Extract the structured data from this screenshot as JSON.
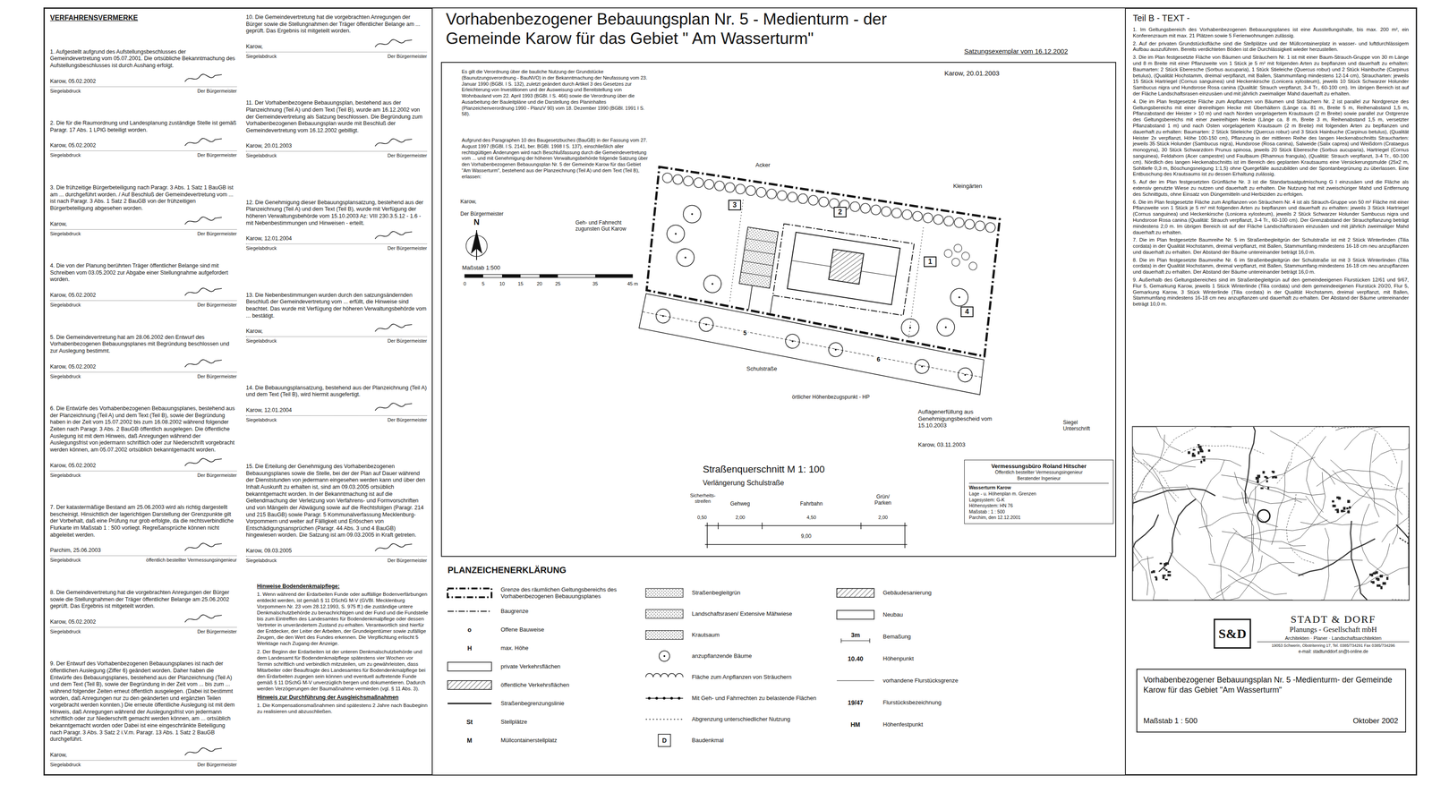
{
  "diagram": {
    "title": "Vorhabenbezogener Bebauungsplan Nr. 5 - Medienturm - der Gemeinde Karow für das Gebiet \" Am Wasserturm\"",
    "nodes": [
      {
        "text": [
          "VERFAHRENSVERMERKE",
          "1. Aufgestellt aufgrund des Aufstellungsbeschlusses der Gemeindevertretung vom 05.07.2001. Die ortsübliche Bekanntmachung des Aufstellungsbeschlusses ist durch Aushang erfolgt.",
          "Karow, 05.02.2002",
          "Siegelabdruck",
          "Der Bürgermeister",
          "2. Die für die Raumordnung und Landesplanung zuständige Stelle ist gemäß Paragr. 17 Abs. 1 LPlG beteiligt worden.",
          "Karow, 05.02.2002",
          "Siegelabdruck",
          "Der Bürgermeister",
          "3. Die frühzeitige Bürgerbeteiligung nach Paragr. 3 Abs. 1 Satz 1 BauGB ist am ... durchgeführt worden. / Auf Beschluß der Gemeindevertretung vom ... ist nach Paragr. 3 Abs. 1 Satz 2 BauGB von der frühzeitigen Bürgerbeteiligung abgesehen worden.",
          "Karow,",
          "Siegelabdruck",
          "Der Bürgermeister",
          "4. Die von der Planung berührten Träger öffentlicher Belange sind mit Schreiben vom 03.05.2002 zur Abgabe einer Stellungnahme aufgefordert worden.",
          "Karow, 05.02.2002",
          "Siegelabdruck",
          "Der Bürgermeister",
          "5. Die Gemeindevertretung hat am 28.06.2002 den Entwurf des Vorhabenbezogenen Bebauungsplanes mit Begründung beschlossen und zur Auslegung bestimmt.",
          "Karow, 05.02.2002",
          "Siegelabdruck",
          "Der Bürgermeister",
          "6. Die Entwürfe des Vorhabenbezogenen Bebauungsplanes, bestehend aus der Planzeichnung (Teil A) und dem Text (Teil B), sowie der Begründung haben in der Zeit vom 15.07.2002 bis zum 16.08.2002 während folgender Zeiten nach Paragr. 3 Abs. 2 BauGB öffentlich ausgelegen. Die öffentliche Auslegung ist mit dem Hinweis, daß Anregungen während der Auslegungsfrist von jedermann schriftlich oder zur Niederschrift vorgebracht werden können, am 05.07.2002 ortsüblich bekanntgemacht worden.",
          "Karow, 05.02.2002",
          "Siegelabdruck",
          "Der Bürgermeister",
          "7. Der katastermäßige Bestand am 25.06.2003 wird als richtig dargestellt bescheinigt. Hinsichtlich der lagerichtigen Darstellung der Grenzpunkte gilt der Vorbehalt, daß eine Prüfung nur grob erfolgte, da die rechtsverbindliche Flurkarte im Maßstab 1 : 500 vorliegt. Regreßansprüche können nicht abgeleitet werden.",
          "Parchim, 25.06.2003",
          "Siegelabdruck",
          "öffentlich bestellter Vermessungsingenieur",
          "8. Die Gemeindevertretung hat die vorgebrachten Anregungen der Bürger sowie die Stellungnahmen der Träger öffentlicher Belange am 25.06.2002 geprüft. Das Ergebnis ist mitgeteilt worden.",
          "Karow, 05.02.2002",
          "Siegelabdruck",
          "Der Bürgermeister",
          "9. Der Entwurf des Vorhabenbezogenen Bebauungsplanes ist nach der öffentlichen Auslegung (Ziffer 6) geändert worden. Daher haben die Entwürfe des Bebauungsplanes, bestehend aus der Planzeichnung (Teil A) und dem Text (Teil B), sowie der Begründung in der Zeit vom ... bis zum ... während folgender Zeiten erneut öffentlich ausgelegen. (Dabei ist bestimmt worden, daß Anregungen nur zu den geänderten und ergänzten Teilen vorgebracht werden konnten.) Die erneute öffentliche Auslegung ist mit dem Hinweis, daß Anregungen während der Auslegungsfrist von jedermann schriftlich oder zur Niederschrift gemacht werden können, am ... ortsüblich bekanntgemacht worden oder Dabei ist eine eingeschränkte Beteiligung nach Paragr. 3 Abs. 3 Satz 2 i.V.m. Paragr. 13 Abs. 1 Satz 2 BauGB durchgeführt.",
          "Karow,",
          "Siegelabdruck",
          "Der Bürgermeister",
          "10. Die Gemeindevertretung hat die vorgebrachten Anregungen der Bürger sowie die Stellungnahmen der Träger öffentlicher Belange am ... geprüft. Das Ergebnis ist mitgeteilt worden.",
          "Karow,",
          "Siegelabdruck",
          "Der Bürgermeister",
          "11. Der Vorhabenbezogene Bebauungsplan, bestehend aus der Planzeichnung (Teil A) und dem Text (Teil B), wurde am 16.12.2002 von der Gemeindevertretung als Satzung beschlossen. Die Begründung zum Vorhabenbezogenen Bebauungsplan wurde mit Beschluß der Gemeindevertretung vom 16.12.2002 gebilligt.",
          "Karow, 20.01.2003",
          "Siegelabdruck",
          "Der Bürgermeister",
          "12. Die Genehmigung dieser Bebauungsplansatzung, bestehend aus der Planzeichnung (Teil A) und dem Text (Teil B), wurde mit Verfügung der höheren Verwaltungsbehörde vom 15.10.2003 Az: VIII 230.3.5.12 - 1.6 - mit Nebenbestimmungen und Hinweisen - erteilt.",
          "Karow, 12.01.2004",
          "Siegelabdruck",
          "Der Bürgermeister",
          "13. Die Nebenbestimmungen wurden durch den satzungsändernden Beschluß der Gemeindevertretung vom ... erfüllt, die Hinweise sind beachtet. Das wurde mit Verfügung der höheren Verwaltungsbehörde vom ... bestätigt.",
          "Karow,",
          "Siegelabdruck",
          "Der Bürgermeister",
          "14. Die Bebauungsplansatzung, bestehend aus der Planzeichnung (Teil A) und dem Text (Teil B), wird hiermit ausgefertigt.",
          "Karow, 12.01.2004",
          "Siegelabdruck",
          "Der Bürgermeister",
          "15. Die Erteilung der Genehmigung des Vorhabenbezogenen Bebauungsplanes sowie die Stelle, bei der der Plan auf Dauer während der Dienststunden von jedermann eingesehen werden kann und über den Inhalt Auskunft zu erhalten ist, sind am 09.03.2005 ortsüblich bekanntgemacht worden. In der Bekanntmachung ist auf die Geltendmachung der Verletzung von Verfahrens- und Formvorschriften und von Mängeln der Abwägung sowie auf die Rechtsfolgen (Paragr. 214 und 215 BauGB) sowie Paragr. 5 Kommunalverfassung Mecklenburg-Vorpommern und weiter auf Fälligkeit und Erlöschen von Entschädigungsansprüchen (Paragr. 44 Abs. 3 und 4 BauGB) hingewiesen worden. Die Satzung ist am 09.03.2005 in Kraft getreten.",
          "Karow, 09.03.2005",
          "Siegelabdruck",
          "Der Bürgermeister"
        ]
      },
      {
        "text": [
          "Es gilt die Verordnung über die bauliche Nutzung der Grundstücke (Baunutzungsverordnung - BauNVO) in der Bekanntmachung der Neufassung vom 23. Januar 1990 (BGBl. I S. 132), zuletzt geändert durch Artikel 3 des Gesetzes zur Erleichterung von Investitionen und der Ausweisung und Bereitstellung von Wohnbauland vom 22. April 1993 (BGBl. I S. 466) sowie die Verordnung über die Ausarbeitung der Bauleitpläne und die Darstellung des Planinhaltes (Planzeichenverordnung 1990 - PlanzV 90) vom 18. Dezember 1990 (BGBl. 1991 I S. 58).",
          "Aufgrund des Paragraphen 10 des Baugesetzbuches (BauGB) in der Fassung vom 27. August 1997 (BGBl. I S. 2141, ber. BGBl. 1998 I S. 137), einschließlich aller rechtsgültigen Änderungen wird nach Beschlußfassung durch die Gemeindevertretung vom ... und mit Genehmigung der höheren Verwaltungsbehörde folgende Satzung über den Vorhabenbezogenen Bebauungsplan Nr. 5 der Gemeinde Karow für das Gebiet \"Am Wasserturm\", bestehend aus der Planzeichnung (Teil A) und dem Text (Teil B), erlassen:"
        ]
      },
      {
        "text": [
          "3"
        ],
        "in": 1
      },
      {
        "text": [
          "2"
        ],
        "in": 1
      },
      {
        "text": [
          "1"
        ],
        "in": 1
      },
      {
        "text": [
          "4"
        ],
        "in": 1
      },
      {
        "text": [
          "Vermessungsbüro Roland Hitscher",
          "Öffentlich bestellter Vermessungsingenieur",
          "Beratender Ingenieur",
          "Wasserturm Karow",
          "Lage - u. Höhenplan m. Grenzen",
          "Lagesystem: G-K",
          "Höhensystem: HN 76",
          "Maßstab : 1 : 500",
          "Parchim, den 12.12.2001"
        ],
        "in": 1
      },
      {
        "text": [
          "Teil B - TEXT -",
          "1. Im Geltungsbereich des Vorhabenbezogenen Bebauungsplanes ist eine Ausstellungshalle, bis max. 200 m², ein Konferenzraum mit max. 21 Plätzen sowie 5 Ferienwohnungen zulässig.",
          "2. Auf der privaten Grundstücksfläche sind die Stellplätze und der Müllcontainerplatz in wasser- und luftdurchlässigem Aufbau auszuführen. Bereits verdichteten Böden ist die Durchlässigkeit wieder herzustellen.",
          "3. Die im Plan festgesetzte Fläche von Bäumen und Sträuchern Nr. 1 ist mit einer Baum-Strauch-Gruppe von 30 m Länge und 8 m Breite mit einer Pflanzweite von 1 Stück je 5 m² mit folgenden Arten zu bepflanzen und dauerhaft zu erhalten: Baumarten: 2 Stück Eberesche (Sorbus aucuparia), 1 Stück Stieleiche (Quercus robur) und 2 Stück Hainbuche (Carpinus betulus), (Qualität Hochstamm, dreimal verpflanzt, mit Ballen, Stammumfang mindestens 12-14 cm), Straucharten: jeweils 15 Stück Hartriegel (Cornus sanguinea) und Heckenkirsche (Lonicera xylosteum), jeweils 10 Stück Schwarzer Holunder Sambucus nigra und Hundsrose Rosa canina (Qualität: Strauch verpflanzt, 3-4 Tr., 60-100 cm). Im übrigen Bereich ist auf der Fläche Landschaftsrasen einzusäen und mit jährlich zweimaliger Mahd dauerhaft zu erhalten.",
          "4. Die im Plan festgesetzte Fläche zum Anpflanzen von Bäumen und Sträuchern Nr. 2 ist parallel zur Nordgrenze des Geltungsbereichs mit einer dreireihigen Hecke mit Überhältern (Länge ca. 81 m, Breite 5 m, Reihenabstand 1,5 m, Pflanzabstand der Heister > 10 m) und nach Norden vorgelagertem Krautsaum (2 m Breite) sowie parallel zur Ostgrenze des Geltungsbereichs mit einer zweireihigen Hecke (Länge ca. 8 m, Breite 3 m, Reihenabstand 1,5 m, versetzter Pflanzabstand 1 m) und nach Osten vorgelagertem Krautsaum (2 m Breite) mit folgenden Arten zu bepflanzen und dauerhaft zu erhalten: Baumarten: 2 Stück Stieleiche (Quercus robur) und 3 Stück Hainbuche (Carpinus betulus), (Qualität Heister 2x verpflanzt, Höhe 100-150 cm), Pflanzung in der mittleren Reihe des langen Heckenabschnitts Straucharten: jeweils 35 Stück Holunder (Sambucus nigra), Hundsrose (Rosa canina), Salweide (Salix caprea) und Weißdorn (Crataegus monogyna), 30 Stück Schwarzdorn Prunus spinosa, jeweils 20 Stück Eberesche (Sorbus aucuparia), Hartriegel (Cornus sanguinea), Feldahorn (Acer campestre) und Faulbaum (Rhamnus frangula), (Qualität: Strauch verpflanzt, 3-4 Tr., 60-100 cm). Nördlich des langen Heckenabschnitts ist im Bereich des geplanten Krautsaums eine Versickerungsmulde (25x2 m, Sohltiefe 0,3 m, Böschungsneigung 1:1,5) ohne Quergefälle auszubilden und der Spontanbegrünung zu überlassen. Eine Entbuschung des Krautsaums ist zu dessen Erhaltung zulässig.",
          "5. Auf der im Plan festgesetzten Grünfläche Nr. 3 ist die Standartsaatgutmischung G I einzusäen und die Fläche als extensiv genutzte Wiese zu nutzen und dauerhaft zu erhalten. Die Nutzung hat mit zweischüriger Mahd und Entfernung des Schnittguts, ohne Einsatz von Düngemitteln und Herbiziden zu erfolgen.",
          "6. Die im Plan festgesetzte Fläche zum Anpflanzen von Sträuchern Nr. 4 ist als Strauch-Gruppe von 50 m² Fläche mit einer Pflanzweite von 1 Stück je 5 m² mit folgenden Arten zu bepflanzen und dauerhaft zu erhalten: jeweils 3 Stück Hartriegel (Cornus sanguinea) und Heckenkirsche (Lonicera xylosteum), jeweils 2 Stück Schwarzer Holunder Sambucus nigra und Hundsrose Rosa canina (Qualität: Strauch verpflanzt, 3-4 Tr., 60-100 cm). Der Grenzabstand der Strauchpflanzung beträgt mindestens 2,0 m. Im übrigen Bereich ist auf der Fläche Landschaftsrasen einzusäen und mit jährlich zweimaliger Mahd dauerhaft zu erhalten.",
          "7. Die im Plan festgesetzte Baumreihe Nr. 5 im Straßenbegleitgrün der Schulstraße ist mit 2 Stück Winterlinden (Tilia cordata) in der Qualität Hochstamm, dreimal verpflanzt, mit Ballen, Stammumfang mindestens 16-18 cm neu anzupflanzen und dauerhaft zu erhalten. Der Abstand der Bäume untereinander beträgt 16,0 m.",
          "8. Die im Plan festgesetzte Baumreihe Nr. 6 im Straßenbegleitgrün der Schulstraße ist mit 3 Stück Winterlinden (Tilia cordata) in der Qualität Hochstamm, dreimal verpflanzt, mit Ballen, Stammumfang mindestens 16-18 cm neu anzupflanzen und dauerhaft zu erhalten. Der Abstand der Bäume untereinander beträgt 16,0 m.",
          "9. Außerhalb des Geltungsbereiches sind im Straßenbegleitgrün auf den gemeindeeigenen Flurstücken 12/61 und 9/67, Flur 5, Gemarkung Karow, jeweils 1 Stück Winterlinde (Tilia cordata) und dem gemeindeeigenen Flurstück 20/20, Flur 5, Gemarkung Karow, 3 Stück Winterlinde (Tilia cordata) in der Qualität Hochstamm, dreimal verpflanzt, mit Ballen, Stammumfang mindestens 16-18 cm neu anzupflanzen und dauerhaft zu erhalten. Der Abstand der Bäume untereinander beträgt 10,0 m."
        ]
      },
      {
        "text": [
          "S&D",
          "STADT & DORF",
          "Planungs - Gesellschaft mbH",
          "Architekten · Planer · Landschaftsarchitekten",
          "19053 Schwerin, Obotritenring 17, Tel. 0385/734291 Fax 0385/734296",
          "e-mail: stadtunddorf.sn@t-online.de"
        ],
        "in": 7
      },
      {
        "text": [
          "Vorhabenbezogener Bebauungsplan Nr. 5 -Medienturm- der Gemeinde Karow für das Gebiet \"Am Wasserturm\"",
          "Maßstab 1 : 500",
          "Oktober 2002"
        ],
        "in": 7
      }
    ],
    "labels": [
      "Satzungsexemplar vom 16.12.2002",
      "Karow, 20.01.2003",
      "Karow,",
      "Der Bürgermeister",
      "N",
      "Maßstab 1:500",
      "0",
      "5",
      "10",
      "15",
      "20",
      "25",
      "35",
      "45 m",
      "Acker",
      "Kleingärten",
      "Geh- und Fahrrecht zugunsten Gut Karow",
      "Schulstraße",
      "5",
      "6",
      "örtlicher Höhenbezugspunkt - HP",
      "Auflagenerfüllung aus Genehmigungsbescheid vom 15.10.2003",
      "Karow, 03.11.2003",
      "Siegel Unterschrift",
      "Straßenquerschnitt M 1: 100",
      "Verlängerung Schulstraße",
      "Sicherheits- streifen",
      "Gehweg",
      "Fahrbahn",
      "Grün/ Parken",
      "0,50",
      "2,00",
      "4,50",
      "2,00",
      "9,00",
      "Hinweise Bodendenkmalpflege:",
      "1. Wenn während der Erdarbeiten Funde oder auffällige Bodenverfärbungen entdeckt werden, ist gemäß § 11 DSchG M-V (GVBl. Mecklenburg Vorpommern Nr. 23 vom 28.12.1993, S. 975 ff.) die zuständige untere Denkmalschutzbehörde zu benachrichtigen und der Fund und die Fundstelle bis zum Eintreffen des Landesamtes für Bodendenkmalpflege oder dessen Vertreter in unverändertem Zustand zu erhalten. Verantwortlich sind hierfür der Entdecker, der Leiter der Arbeiten, der Grundeigentümer sowie zufällige Zeugen, die den Wert des Fundes erkennen. Die Verpflichtung erlischt 5 Werktage nach Zugang der Anzeige.",
      "2. Der Beginn der Erdarbeiten ist der unteren Denkmalschutzbehörde und dem Landesamt für Bodendenkmalpflege spätestens vier Wochen vor Termin schriftlich und verbindlich mitzuteilen, um zu gewährleisten, dass Mitarbeiter oder Beauftragte des Landesamtes für Bodendenkmalpflege bei den Erdarbeiten zugegen sein können und eventuell auftretende Funde gemäß § 11 DSchG M-V unverzüglich bergen und dokumentieren. Dadurch werden Verzögerungen der Baumaßnahme vermieden (vgl. § 11 Abs. 3).",
      "Hinweis zur Durchführung der Ausgleichsmaßnahmen",
      "1. Die Kompensationsmaßnahmen sind spätestens 2 Jahre nach Baubeginn zu realisieren und abzuschließen.",
      "PLANZEICHENERKLÄRUNG",
      "o",
      "H",
      "St",
      "M",
      "D",
      "3m",
      "10.40",
      "19/47",
      "HM"
    ],
    "legend": [
      {
        "text": "Grenze des räumlichen Geltungsbereichs des Vorhabenbezogenen Bebauungsplanes"
      },
      {
        "text": "Baugrenze"
      },
      {
        "text": "Offene Bauweise"
      },
      {
        "text": "max. Höhe"
      },
      {
        "text": "private Verkehrsflächen"
      },
      {
        "text": "öffentliche Verkehrsflächen"
      },
      {
        "text": "Straßenbegrenzungslinie"
      },
      {
        "text": "Stellplätze"
      },
      {
        "text": "Müllcontainerstellplatz"
      },
      {
        "text": "Straßenbegleitgrün"
      },
      {
        "text": "Landschaftsrasen/ Extensive Mähwiese"
      },
      {
        "text": "Krautsaum"
      },
      {
        "text": "anzupflanzende Bäume"
      },
      {
        "text": "Fläche zum Anpflanzen von Sträuchern"
      },
      {
        "text": "Mit Geh- und Fahrrechten zu belastende Flächen"
      },
      {
        "text": "Abgrenzung unterschiedlicher Nutzung"
      },
      {
        "text": "Baudenkmal"
      },
      {
        "text": "Gebäudesanierung"
      },
      {
        "text": "Neubau"
      },
      {
        "text": "Bemaßung"
      },
      {
        "text": "Höhenpunkt"
      },
      {
        "text": "vorhandene Flurstücksgrenze"
      },
      {
        "text": "Flurstücksbezeichnung"
      },
      {
        "text": "Höhenfestpunkt"
      }
    ]
  }
}
